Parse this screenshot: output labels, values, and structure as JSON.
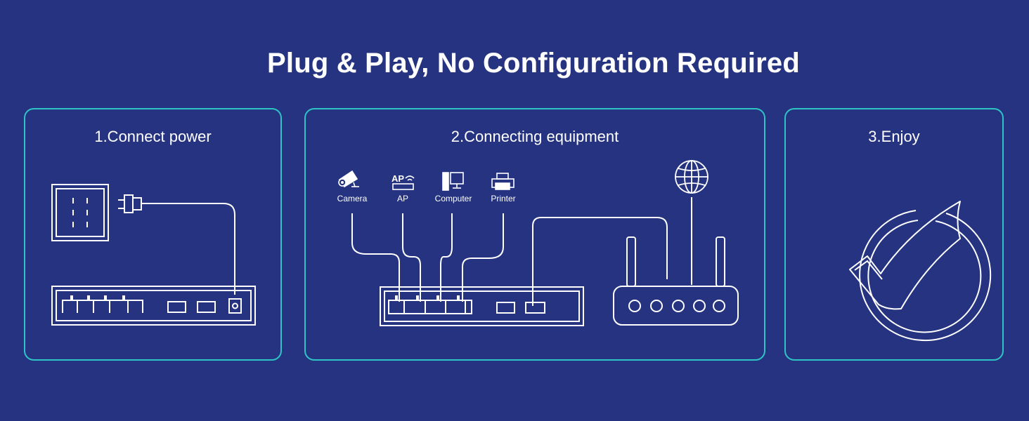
{
  "title": "Plug & Play, No Configuration Required",
  "steps": [
    {
      "label": "1.Connect power"
    },
    {
      "label": "2.Connecting equipment"
    },
    {
      "label": "3.Enjoy"
    }
  ],
  "devices": [
    {
      "label": "Camera",
      "icon": "camera-icon"
    },
    {
      "label": "AP",
      "icon": "access-point-icon"
    },
    {
      "label": "Computer",
      "icon": "computer-icon"
    },
    {
      "label": "Printer",
      "icon": "printer-icon"
    }
  ],
  "ap_icon_text": "AP",
  "colors": {
    "background": "#253380",
    "panel_border": "#2ec4c6",
    "line_art": "#ffffff"
  }
}
